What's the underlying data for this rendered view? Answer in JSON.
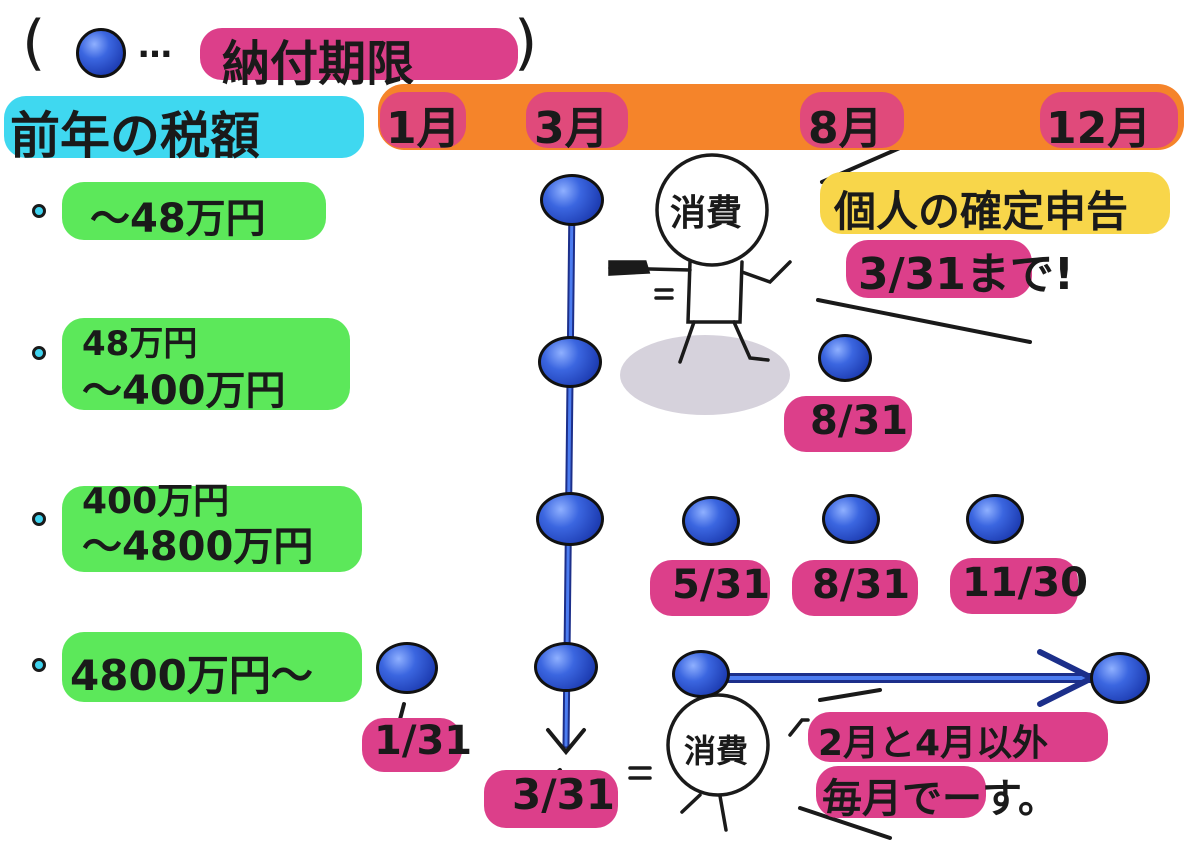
{
  "legend": {
    "open_paren": "(",
    "dots": "…",
    "label": "納付期限",
    "close_paren": ")"
  },
  "timeline_header": {
    "title": "前年の税額",
    "months": [
      "1月",
      "3月",
      "8月",
      "12月"
    ]
  },
  "tiers": [
    {
      "line1": "〜48万円",
      "line2": ""
    },
    {
      "line1": "48万円",
      "line2": "〜400万円"
    },
    {
      "line1": "400万円",
      "line2": "〜4800万円"
    },
    {
      "line1": "4800万円〜",
      "line2": ""
    }
  ],
  "notes": {
    "kakutei": "個人の確定申告",
    "kakutei_deadline": "3/31まで!",
    "monthly_line1": "2月と4月以外",
    "monthly_line2": "毎月でーす。"
  },
  "dates": {
    "tier2_aug": "8/31",
    "tier3_may": "5/31",
    "tier3_aug": "8/31",
    "tier3_nov": "11/30",
    "tier4_jan": "1/31",
    "march": "3/31"
  },
  "characters": {
    "top_label": "消費",
    "bottom_label": "消費"
  },
  "colors": {
    "pink": "#dc3f8a",
    "orange": "#f5842a",
    "green": "#5ce85a",
    "cyan": "#3fd8f0",
    "yellow": "#f8d64a",
    "blue": "#2f5bd8",
    "shadow": "#d6d2dc"
  }
}
